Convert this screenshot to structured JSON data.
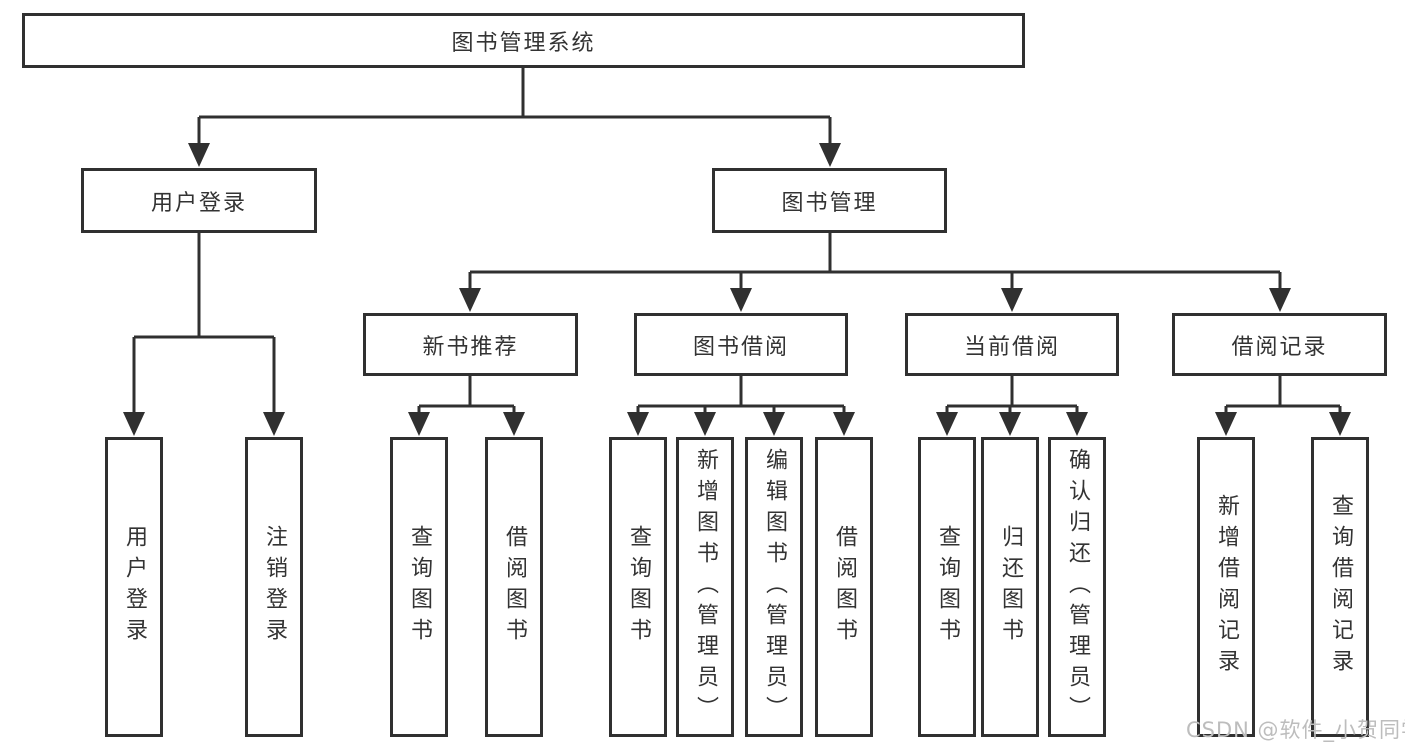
{
  "diagram": {
    "root": {
      "label": "图书管理系统"
    },
    "branches": [
      {
        "label": "用户登录",
        "children": [
          {
            "label": "用户登录"
          },
          {
            "label": "注销登录"
          }
        ]
      },
      {
        "label": "图书管理",
        "children": [
          {
            "label": "新书推荐",
            "children": [
              {
                "label": "查询图书"
              },
              {
                "label": "借阅图书"
              }
            ]
          },
          {
            "label": "图书借阅",
            "children": [
              {
                "label": "查询图书"
              },
              {
                "label": "新增图书（管理员）"
              },
              {
                "label": "编辑图书（管理员）"
              },
              {
                "label": "借阅图书"
              }
            ]
          },
          {
            "label": "当前借阅",
            "children": [
              {
                "label": "查询图书"
              },
              {
                "label": "归还图书"
              },
              {
                "label": "确认归还（管理员）"
              }
            ]
          },
          {
            "label": "借阅记录",
            "children": [
              {
                "label": "新增借阅记录"
              },
              {
                "label": "查询借阅记录"
              }
            ]
          }
        ]
      }
    ],
    "watermark": "CSDN @软件_小贺同学",
    "colors": {
      "line": "#303030",
      "box_border": "#303030",
      "text": "#333333",
      "watermark": "#bdbdbd",
      "background": "#ffffff"
    }
  }
}
